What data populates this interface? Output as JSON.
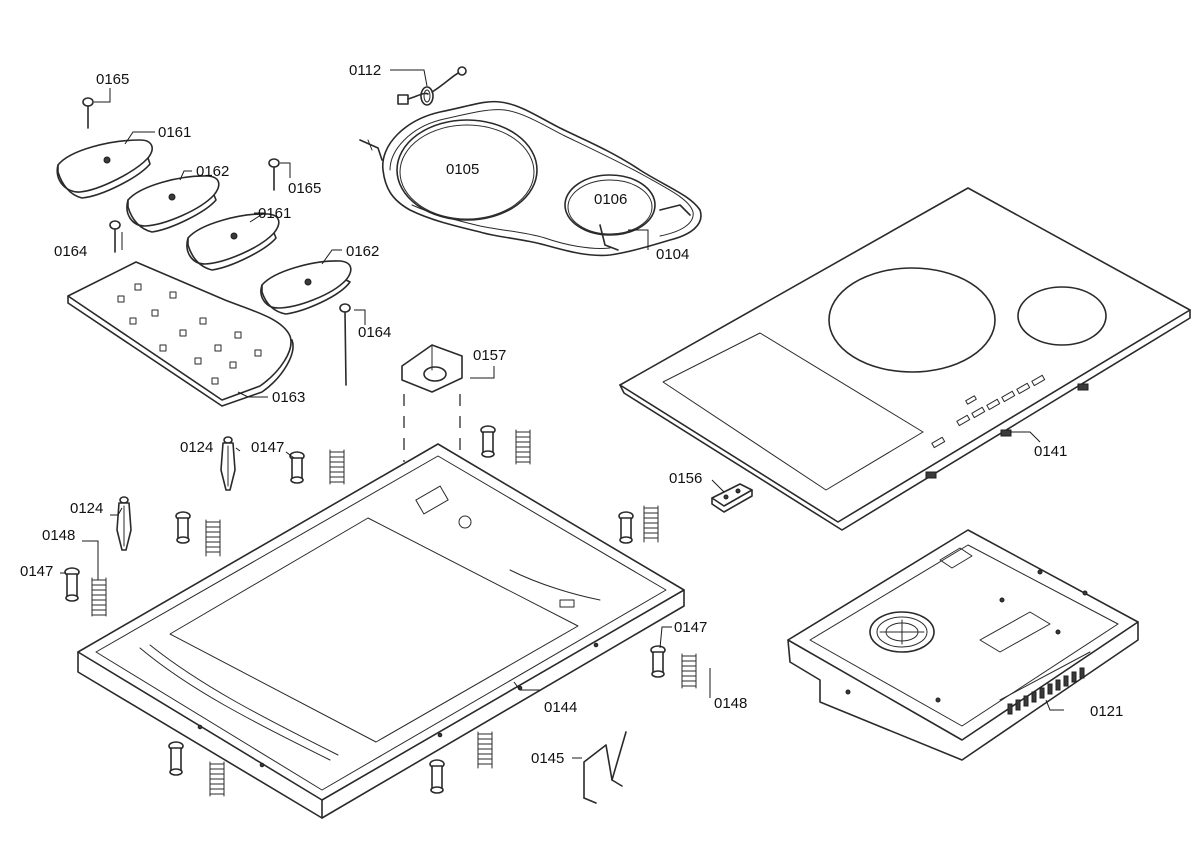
{
  "labels": {
    "p0112": "0112",
    "p0165a": "0165",
    "p0161a": "0161",
    "p0162a": "0162",
    "p0165b": "0165",
    "p0161b": "0161",
    "p0164a": "0164",
    "p0162b": "0162",
    "p0164b": "0164",
    "p0163": "0163",
    "p0105": "0105",
    "p0106": "0106",
    "p0104": "0104",
    "p0157": "0157",
    "p0141": "0141",
    "p0124a": "0124",
    "p0147a": "0147",
    "p0156": "0156",
    "p0124b": "0124",
    "p0148a": "0148",
    "p0147b": "0147",
    "p0147c": "0147",
    "p0148b": "0148",
    "p0144": "0144",
    "p0121": "0121",
    "p0145": "0145"
  }
}
